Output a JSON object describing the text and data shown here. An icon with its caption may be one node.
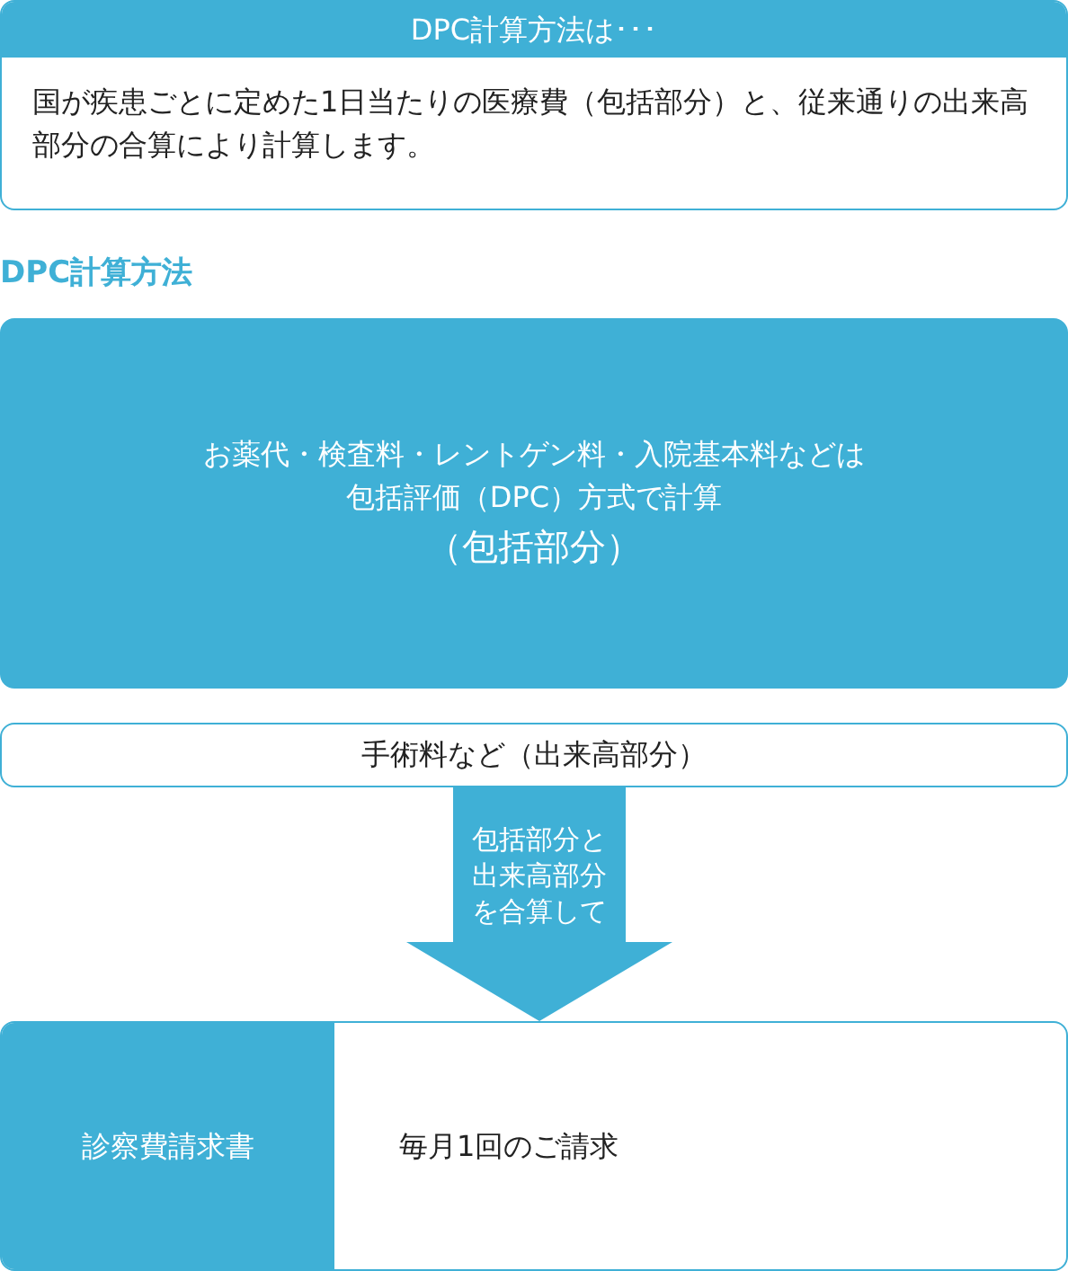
{
  "diagram": {
    "title": "DPC計算方法",
    "nodes": [
      {
        "text": [
          "DPC計算方法は･･･",
          "国が疾患ごとに定めた1日当たりの医療費（包括部分）と、従来通りの出来高部分の合算により計算します。"
        ]
      },
      {
        "text": [
          "お薬代・検査料・レントゲン料・入院基本料などは包括評価（DPC）方式で計算",
          "（包括部分）"
        ]
      },
      {
        "text": [
          "手術料など（出来高部分）"
        ]
      },
      {
        "text": [
          "診察費請求書",
          "毎月1回のご請求"
        ]
      }
    ],
    "edges": [
      {
        "from": 2,
        "to": 3,
        "arrow": "to",
        "label": "包括部分と出来高部分を合算して"
      }
    ]
  }
}
